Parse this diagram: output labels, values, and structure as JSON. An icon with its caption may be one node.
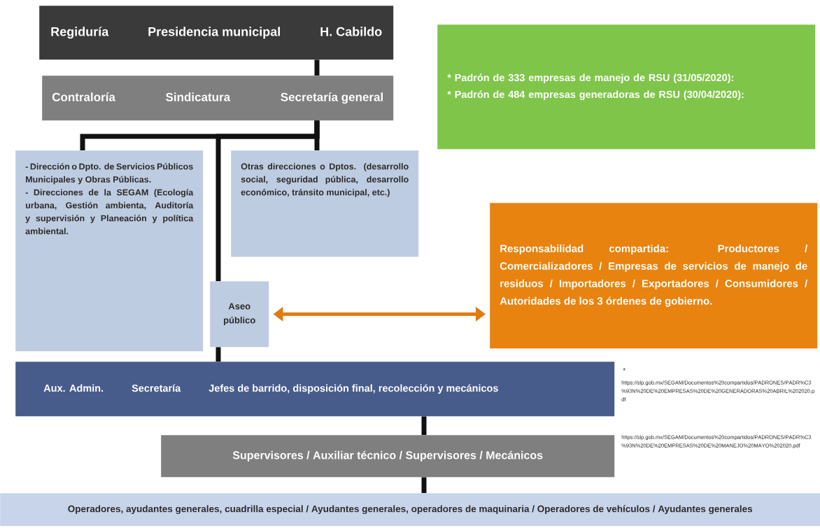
{
  "diagram": {
    "nodes": [
      {
        "text": [
          "Regiduría",
          "Presidencia municipal",
          "H. Cabildo"
        ]
      },
      {
        "text": [
          "Contraloría",
          "Sindicatura",
          "Secretaría general"
        ]
      },
      {
        "text": [
          "- Dirección o Dpto. de Servicios Públicos Municipales y Obras Públicas.",
          "- Direcciones de la SEGAM (Ecología urbana, Gestión ambienta, Auditoría y supervisión y Planeación y política ambiental."
        ]
      },
      {
        "text": [
          "Otras direcciones o Dptos. (desarrollo social, seguridad pública, desarrollo económico, tránsito municipal, etc.)"
        ]
      },
      {
        "text": [
          "Aseo público"
        ]
      },
      {
        "text": [
          "Aux. Admin.",
          "Secretaría",
          "Jefes de barrido, disposición final, recolección y mecánicos"
        ]
      },
      {
        "text": [
          "Supervisores /  Auxiliar técnico /  Supervisores /  Mecánicos"
        ]
      },
      {
        "text": [
          "Operadores, ayudantes generales, cuadrilla especial / Ayudantes generales, operadores de maquinaria / Operadores de vehículos / Ayudantes generales"
        ]
      },
      {
        "text": [
          "* Padrón de 333 empresas de manejo de RSU (31/05/2020):",
          "* Padrón de 484 empresas generadoras de RSU (30/04/2020):"
        ]
      },
      {
        "text": [
          "Responsabilidad compartida: Productores / Comercializadores / Empresas de servicios de manejo de residuos / Importadores / Exportadores / Consumidores / Autoridades de los 3 órdenes de gobierno."
        ]
      }
    ],
    "edges": [
      {
        "from": 0,
        "to": 1,
        "arrow": "none"
      },
      {
        "from": 1,
        "to": 2,
        "arrow": "none"
      },
      {
        "from": 1,
        "to": 3,
        "arrow": "none"
      },
      {
        "from": 1,
        "to": 4,
        "arrow": "none"
      },
      {
        "from": 4,
        "to": 5,
        "arrow": "none"
      },
      {
        "from": 5,
        "to": 6,
        "arrow": "none"
      },
      {
        "from": 6,
        "to": 7,
        "arrow": "none"
      },
      {
        "from": 4,
        "to": 9,
        "arrow": "both",
        "color": "#e07b10"
      }
    ],
    "labels": [
      "*",
      "https://slp.gob.mx/SEGAM/Documentos%20compartidos/PADRONES/PADR%C3%93N%20DE%20EMPRESAS%20DE%20GENERADORAS%20ABRIL%202020.pdf",
      "https://slp.gob.mx/SEGAM/Documentos%20compartidos/PADRONES/PADR%C3%93N%20DE%20EMPRESAS%20DE%20MANEJO%20MAYO%202020.pdf"
    ]
  }
}
